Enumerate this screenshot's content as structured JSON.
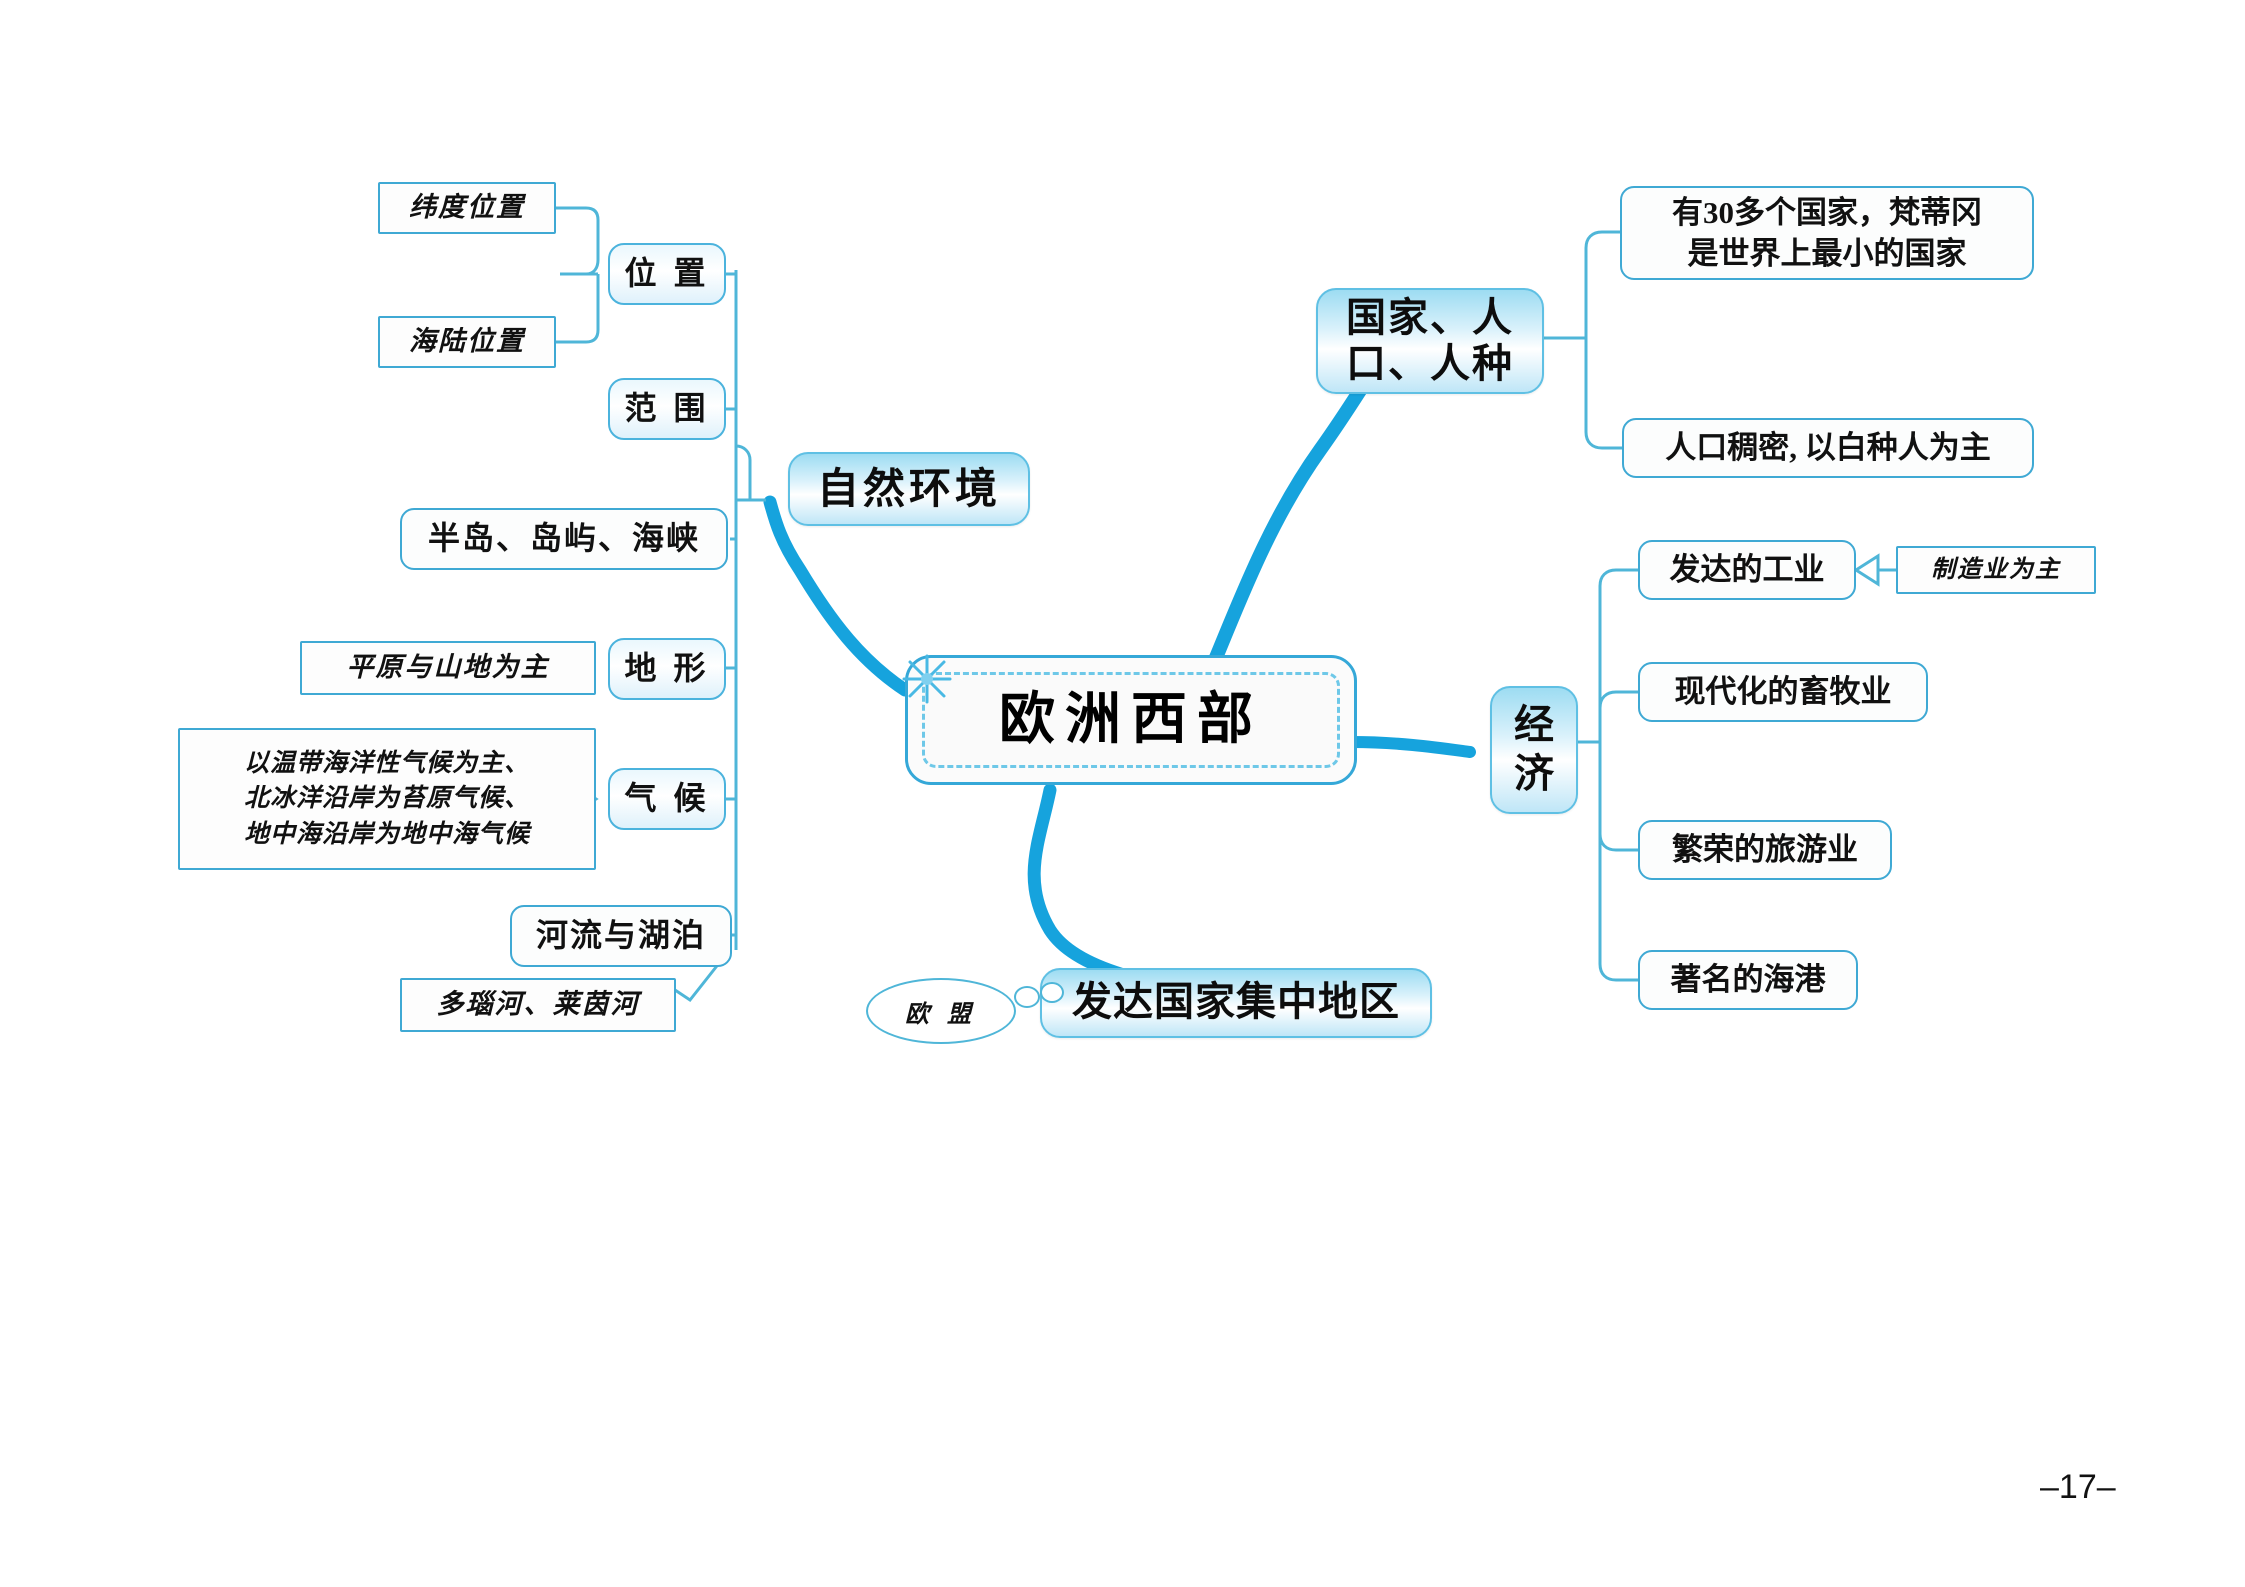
{
  "page": {
    "number_label": "–17–",
    "accent_color": "#35a8d8",
    "thick_link_color": "#16a3dd",
    "thin_link_color": "#4fb6d8",
    "background": "#ffffff"
  },
  "center": {
    "label": "欧洲西部"
  },
  "branches": {
    "nature": {
      "label": "自然环境",
      "children": [
        {
          "label": "位  置",
          "children": [
            {
              "label": "纬度位置"
            },
            {
              "label": "海陆位置"
            }
          ]
        },
        {
          "label": "范  围",
          "children": []
        },
        {
          "label": "半岛、岛屿、海峡",
          "children": []
        },
        {
          "label": "地  形",
          "children": [
            {
              "label": "平原与山地为主"
            }
          ]
        },
        {
          "label": "气  候",
          "children": [
            {
              "label": "以温带海洋性气候为主、\n北冰洋沿岸为苔原气候、\n地中海沿岸为地中海气候"
            }
          ]
        },
        {
          "label": "河流与湖泊",
          "children": [
            {
              "label": "多瑙河、莱茵河"
            }
          ]
        }
      ]
    },
    "people": {
      "label": "国家、人\n口、人种",
      "children": [
        {
          "label": "有30多个国家，梵蒂冈\n是世界上最小的国家"
        },
        {
          "label": "人口稠密, 以白种人为主"
        }
      ]
    },
    "economy": {
      "label": "经\n济",
      "children": [
        {
          "label": "发达的工业",
          "children": [
            {
              "label": "制造业为主"
            }
          ]
        },
        {
          "label": "现代化的畜牧业",
          "children": []
        },
        {
          "label": "繁荣的旅游业",
          "children": []
        },
        {
          "label": "著名的海港",
          "children": []
        }
      ]
    },
    "developed": {
      "label": "发达国家集中地区",
      "note": "欧  盟"
    }
  }
}
